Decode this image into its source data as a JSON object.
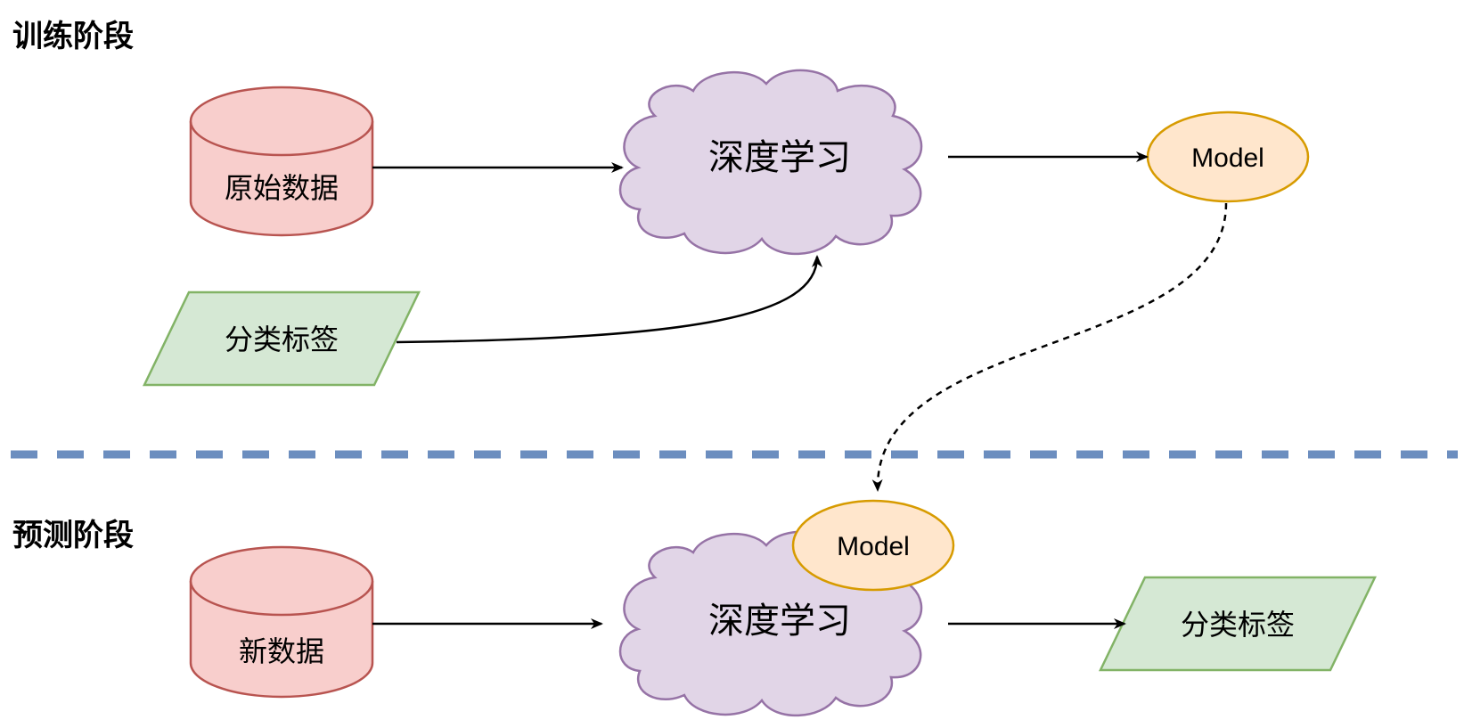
{
  "phases": {
    "training": {
      "title": "训练阶段",
      "raw_data": "原始数据",
      "deep_learning": "深度学习",
      "model": "Model",
      "labels": "分类标签"
    },
    "prediction": {
      "title": "预测阶段",
      "new_data": "新数据",
      "deep_learning": "深度学习",
      "model": "Model",
      "labels": "分类标签"
    }
  },
  "colors": {
    "database_fill": "#f8cecc",
    "database_stroke": "#b85450",
    "cloud_fill": "#e1d5e7",
    "cloud_stroke": "#9673a6",
    "model_fill": "#ffe6cc",
    "model_stroke": "#d79b00",
    "label_fill": "#d5e8d4",
    "label_stroke": "#82b366",
    "separator": "#6c8ebf",
    "arrow": "#000000"
  }
}
